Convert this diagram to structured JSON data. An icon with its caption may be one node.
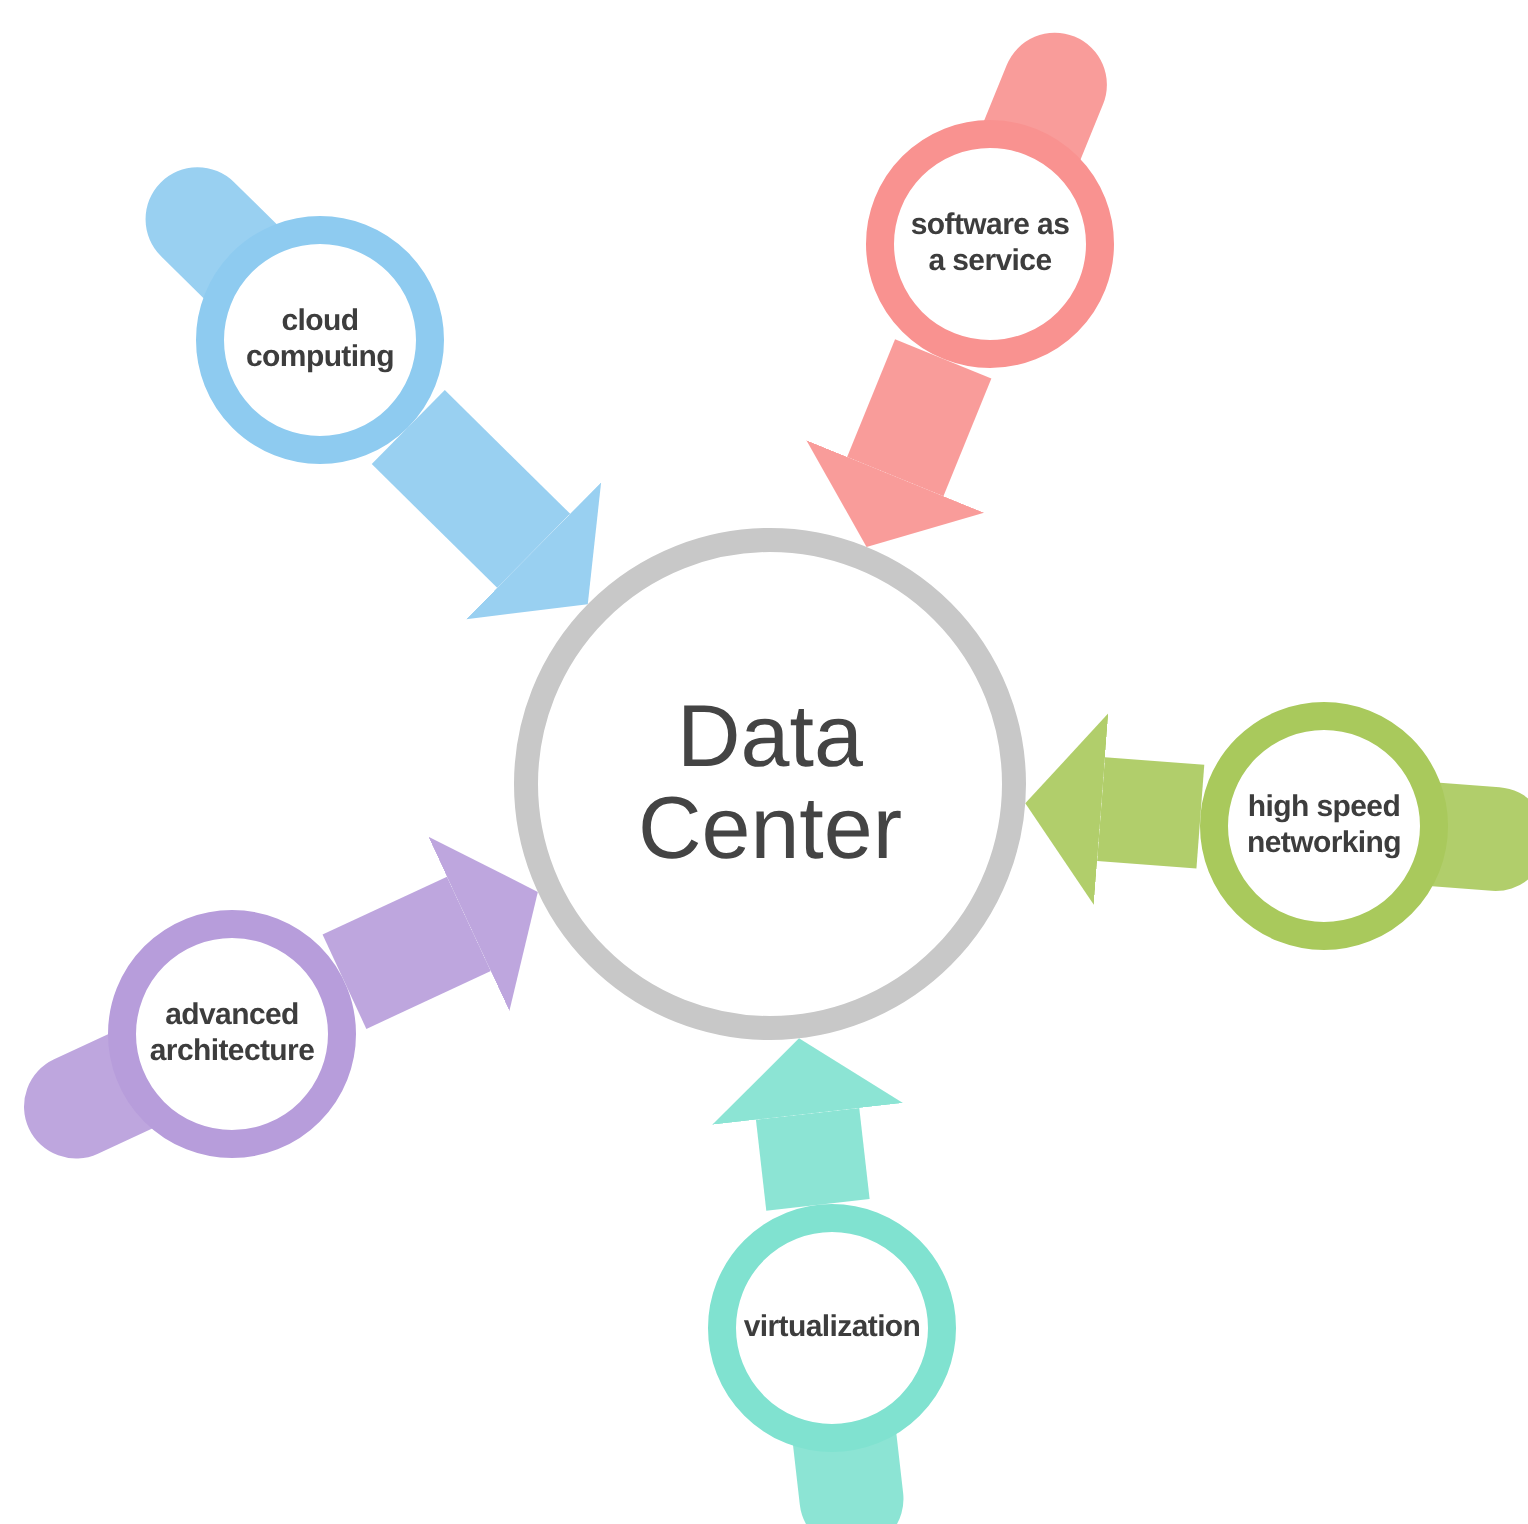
{
  "diagram": {
    "nodes": [
      {
        "text": [
          "Data Center"
        ]
      },
      {
        "text": [
          "cloud computing"
        ]
      },
      {
        "text": [
          "software as a service"
        ]
      },
      {
        "text": [
          "high speed networking"
        ]
      },
      {
        "text": [
          "advanced architecture"
        ]
      },
      {
        "text": [
          "virtualization"
        ]
      }
    ],
    "edges": [
      {
        "from": 1,
        "to": 0,
        "arrow": "to",
        "color": "#8ecbf0"
      },
      {
        "from": 2,
        "to": 0,
        "arrow": "to",
        "color": "#f99290"
      },
      {
        "from": 3,
        "to": 0,
        "arrow": "to",
        "color": "#a9c95c"
      },
      {
        "from": 4,
        "to": 0,
        "arrow": "to",
        "color": "#b79ddb"
      },
      {
        "from": 5,
        "to": 0,
        "arrow": "to",
        "color": "#80e2d0"
      }
    ]
  }
}
